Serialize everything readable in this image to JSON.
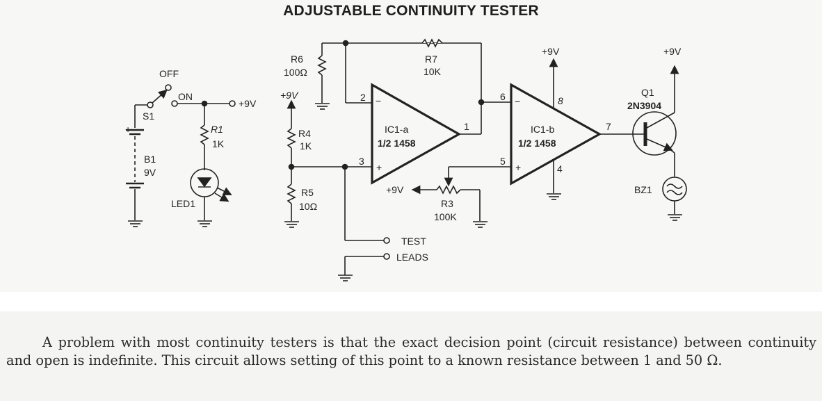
{
  "title": "ADJUSTABLE CONTINUITY TESTER",
  "components": {
    "switch": {
      "ref": "S1",
      "off": "OFF",
      "on": "ON"
    },
    "battery": {
      "ref": "B1",
      "value": "9V",
      "plus": "+"
    },
    "r1": {
      "ref": "R1",
      "value": "1K"
    },
    "led": {
      "ref": "LED1"
    },
    "r4": {
      "ref": "R4",
      "value": "1K"
    },
    "r5": {
      "ref": "R5",
      "value": "10Ω"
    },
    "r6": {
      "ref": "R6",
      "value": "100Ω"
    },
    "r7": {
      "ref": "R7",
      "value": "10K"
    },
    "r3": {
      "ref": "R3",
      "value": "100K"
    },
    "ic1a": {
      "ref": "IC1-a",
      "part": "1/2  1458"
    },
    "ic1b": {
      "ref": "IC1-b",
      "part": "1/2  1458"
    },
    "q1": {
      "ref": "Q1",
      "part": "2N3904"
    },
    "bz1": {
      "ref": "BZ1"
    }
  },
  "supply": {
    "switch_out": "+9V",
    "r4_top": "+9V",
    "r3_end": "+9V",
    "ic1b_pin8": "+9V",
    "q1_collector": "+9V"
  },
  "pins": {
    "ic1a_inv": "2",
    "ic1a_noninv": "3",
    "ic1a_out": "1",
    "ic1b_inv": "6",
    "ic1b_noninv": "5",
    "ic1b_out": "7",
    "ic1b_vcc": "8",
    "ic1b_gnd": "4",
    "minus": "−",
    "plus": "+"
  },
  "test_leads": {
    "line1": "TEST",
    "line2": "LEADS"
  },
  "paragraph": {
    "text": "A problem with most continuity testers is that the exact decision point (circuit resistance) between continuity and open is indefinite. This circuit allows setting of this point to a known resistance between 1 and 50 Ω."
  }
}
